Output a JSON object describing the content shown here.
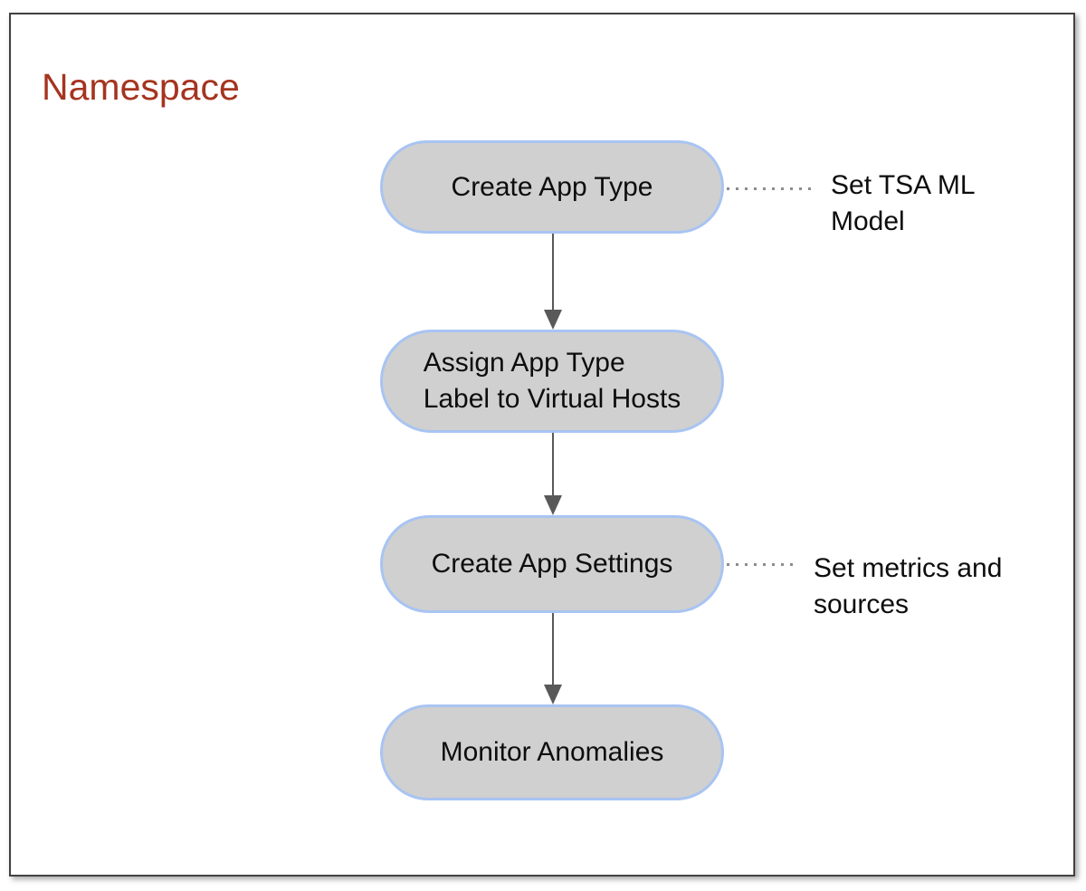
{
  "title": "Namespace",
  "colors": {
    "title_color": "#A5341F",
    "node_fill": "#D0D0D0",
    "node_border": "#A8C4F2",
    "arrow_color": "#595959",
    "dotted_color": "#8C8C8C",
    "frame_border": "#414141",
    "text_color": "#0D0D0D"
  },
  "flow": {
    "nodes": [
      {
        "id": "create-app-type",
        "label": "Create App Type",
        "annotation": "Set TSA ML\nModel"
      },
      {
        "id": "assign-app-type-label",
        "label": "Assign App Type\nLabel to Virtual Hosts",
        "annotation": ""
      },
      {
        "id": "create-app-settings",
        "label": "Create App Settings",
        "annotation": "Set metrics and\nsources"
      },
      {
        "id": "monitor-anomalies",
        "label": "Monitor Anomalies",
        "annotation": ""
      }
    ]
  }
}
